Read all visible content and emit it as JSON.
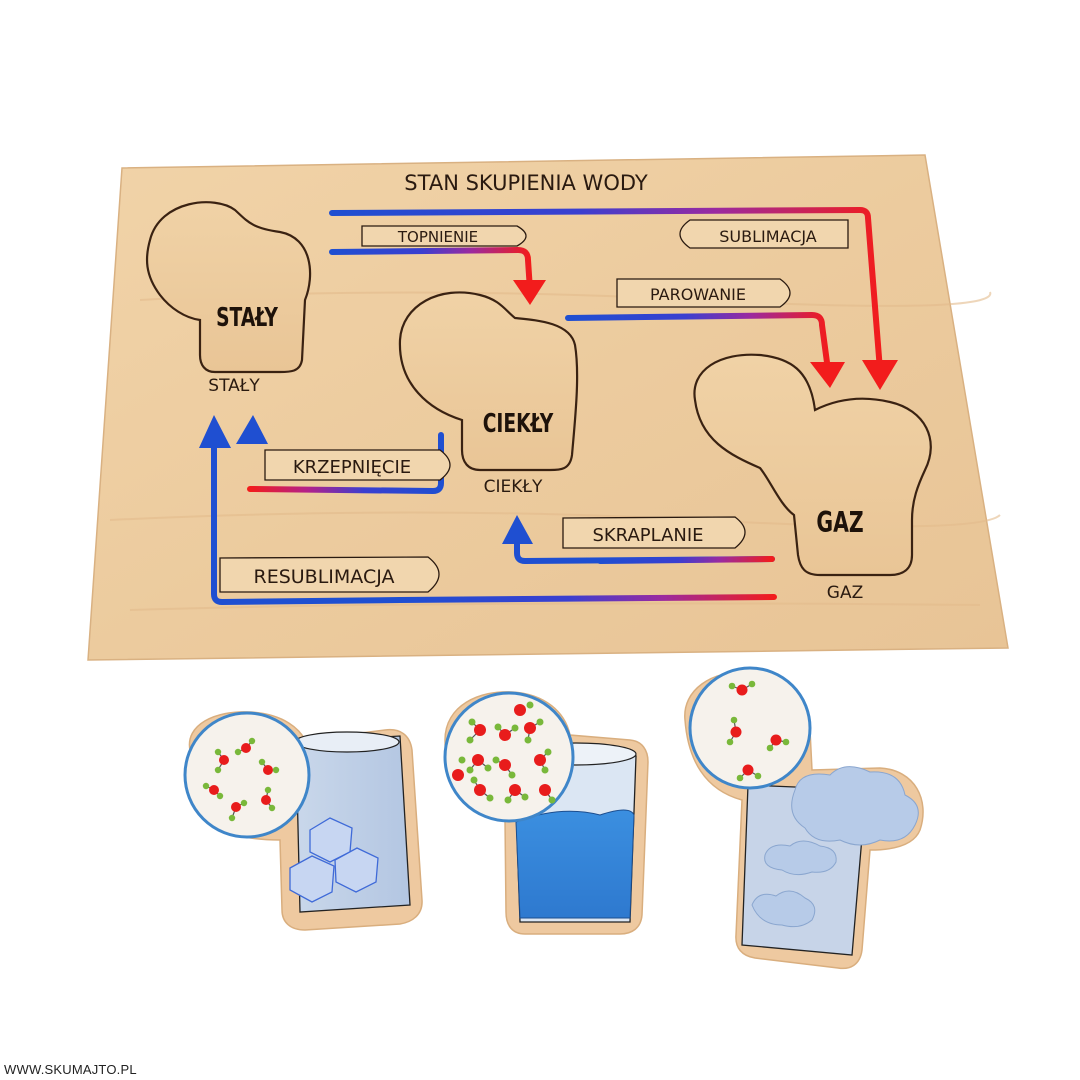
{
  "board": {
    "title": "STAN SKUPIENIA WODY",
    "states": [
      {
        "id": "staly",
        "slot_label": "STAŁY",
        "caption": "STAŁY"
      },
      {
        "id": "ciekly",
        "slot_label": "CIEKŁY",
        "caption": "CIEKŁY"
      },
      {
        "id": "gaz",
        "slot_label": "GAZ",
        "caption": "GAZ"
      }
    ],
    "transitions": {
      "topnienie": "TOPNIENIE",
      "sublimacja": "SUBLIMACJA",
      "parowanie": "PAROWANIE",
      "krzepniecie": "KRZEPNIĘCIE",
      "skraplanie": "SKRAPLANIE",
      "resublimacja": "RESUBLIMACJA"
    }
  },
  "pieces": [
    {
      "id": "piece-solid",
      "depicts": "ice cubes in glass with molecule lens"
    },
    {
      "id": "piece-liquid",
      "depicts": "water in glass with molecule lens"
    },
    {
      "id": "piece-gas",
      "depicts": "steam clouds in glass with molecule lens"
    }
  ],
  "colors": {
    "wood": "#ecc99c",
    "cold_arrow": "#1f4fd1",
    "hot_arrow": "#f21c1c",
    "text": "#2a1a10"
  },
  "watermark": "WWW.SKUMAJTO.PL"
}
